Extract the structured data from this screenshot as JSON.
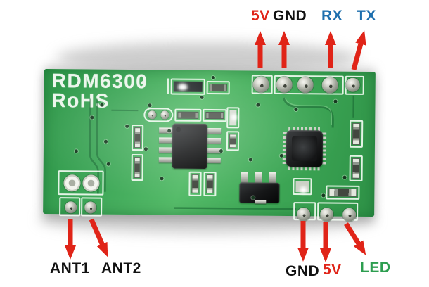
{
  "board": {
    "silkscreen": {
      "line1": "RDM6300",
      "line2": "RoHS"
    }
  },
  "pin_labels": {
    "top": [
      {
        "text": "5V",
        "color": "#e02418"
      },
      {
        "text": "GND",
        "color": "#111111"
      },
      {
        "text": "RX",
        "color": "#1e6fae"
      },
      {
        "text": "TX",
        "color": "#1e6fae"
      }
    ],
    "bottom_left": [
      {
        "text": "ANT1",
        "color": "#111111"
      },
      {
        "text": "ANT2",
        "color": "#111111"
      }
    ],
    "bottom_right": [
      {
        "text": "GND",
        "color": "#111111"
      },
      {
        "text": "5V",
        "color": "#e02418"
      },
      {
        "text": "LED",
        "color": "#2d9e50"
      }
    ]
  },
  "colors": {
    "arrow": "#e02418",
    "pcb_green": "#3aa455",
    "silkscreen_white": "#ecf6ec",
    "background": "#ffffff"
  }
}
